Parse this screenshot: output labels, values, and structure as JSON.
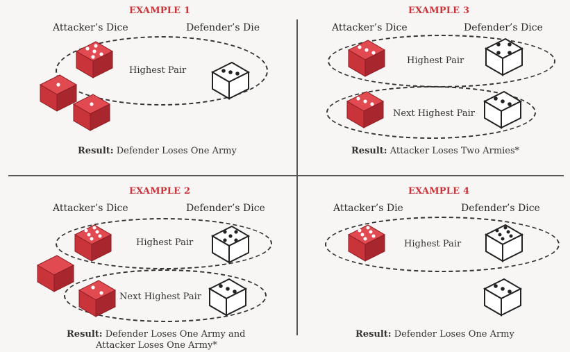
{
  "example1": {
    "title": "EXAMPLE 1",
    "attacker_label": "Attacker’s Dice",
    "defender_label": "Defender’s Die",
    "pair_label": "Highest Pair",
    "result_prefix": "Result:",
    "result_text": "Defender Loses One Army"
  },
  "example2": {
    "title": "EXAMPLE 2",
    "attacker_label": "Attacker’s Dice",
    "defender_label": "Defender’s Dice",
    "pair1_label": "Highest Pair",
    "pair2_label": "Next Highest Pair",
    "result_prefix": "Result:",
    "result_text": "Defender Loses One Army and",
    "result_line2": "Attacker Loses One Army*"
  },
  "example3": {
    "title": "EXAMPLE 3",
    "attacker_label": "Attacker’s Dice",
    "defender_label": "Defender’s Dice",
    "pair1_label": "Highest Pair",
    "pair2_label": "Next Highest Pair",
    "result_prefix": "Result:",
    "result_text": "Attacker Loses Two Armies*"
  },
  "example4": {
    "title": "EXAMPLE 4",
    "attacker_label": "Attacker’s Die",
    "defender_label": "Defender’s Dice",
    "pair_label": "Highest Pair",
    "result_prefix": "Result:",
    "result_text": "Defender Loses One Army"
  },
  "colors": {
    "red_die": "#d2373f",
    "red_die_dark": "#a8262d",
    "red_die_side": "#b92e35",
    "white_die": "#ffffff",
    "title_red": "#c9343a"
  }
}
